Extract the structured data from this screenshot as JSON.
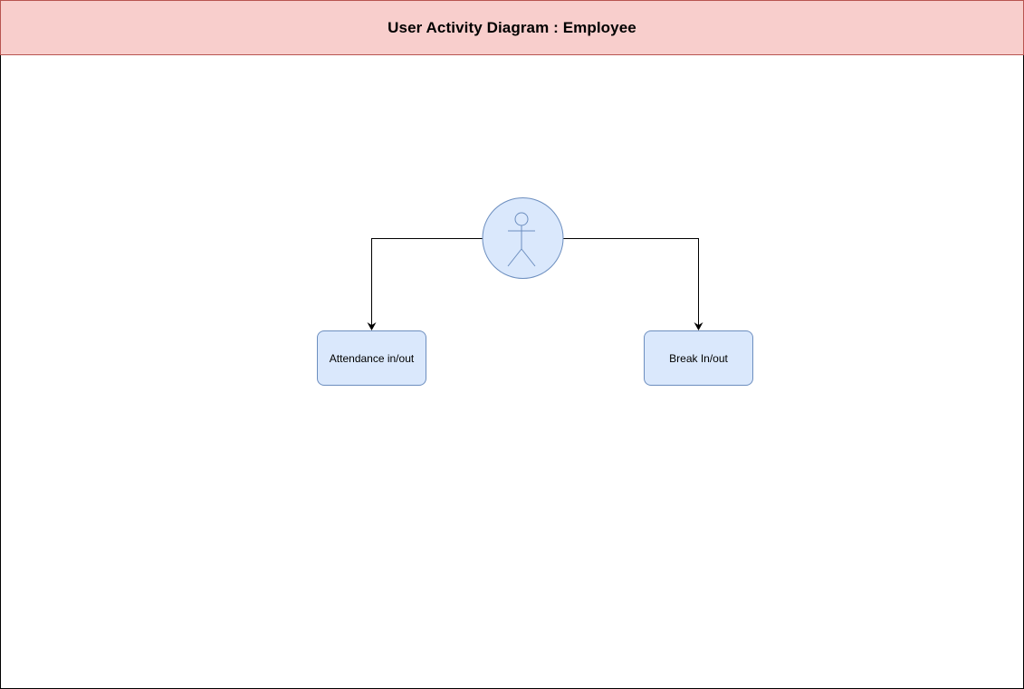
{
  "diagram": {
    "title": "User Activity Diagram : Employee",
    "actor": {
      "icon": "user-stick-figure-icon",
      "fill": "#dae8fc",
      "stroke": "#6c8ebf"
    },
    "activities": [
      {
        "label": "Attendance in/out"
      },
      {
        "label": "Break In/out"
      }
    ],
    "edges": [
      {
        "from": "actor",
        "to": "Attendance in/out"
      },
      {
        "from": "actor",
        "to": "Break In/out"
      }
    ],
    "colors": {
      "title_fill": "#f8cecc",
      "title_stroke": "#b85450",
      "node_fill": "#dae8fc",
      "node_stroke": "#6c8ebf",
      "edge": "#000000"
    }
  }
}
